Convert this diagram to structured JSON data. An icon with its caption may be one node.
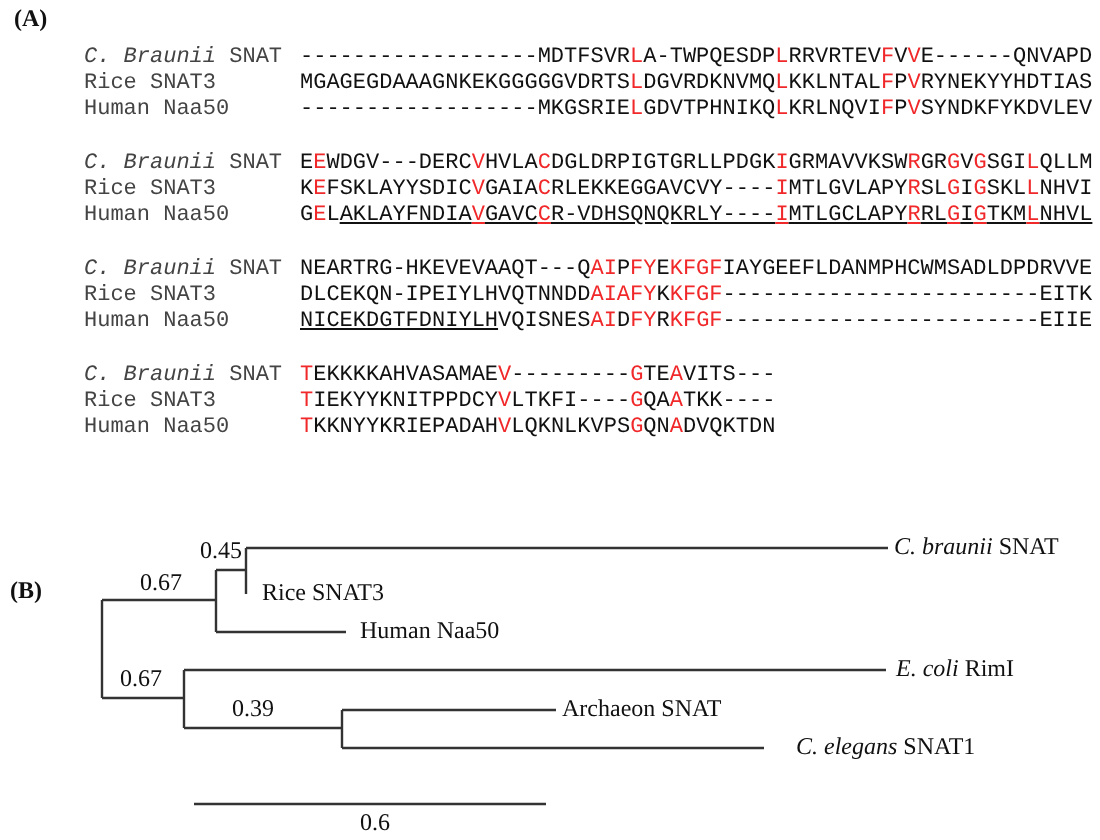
{
  "diagram": {
    "labels": [
      "(A)",
      "*C. Braunii* SNAT",
      "------------------MDTFSVRLA-TWPQESDPLRRVRTEVFVVE------QNVAPD",
      "Rice SNAT3",
      "MGAGEGDAAAGNKEKGGGGGVDRTSLDGVRDKNVMQLKKLNTALFPVRYNEKYYHDTIAS",
      "Human Naa50",
      "------------------MKGSRIELGDVTPHNIKQLKRLNQVIFPVSYNDKFYKDVLEV",
      "*C. Braunii* SNAT",
      "EEWDGV---DERCVHVLACDGLDRPIGTGRLLPDGKIGRMAVVKSWRGRGVGSGILQLLM",
      "Rice SNAT3",
      "KEFSKLAYYSDICVGAIACRLEKKEGGAVCVY----IMTLGVLAPYRSLGIGSKLLNHVI",
      "Human Naa50",
      "GELAKLAYFNDIAVGAVCCR-VDHSQNQKRLY----IMTLGCLAPYRRLGIGTKMLNHVL",
      "*C. Braunii* SNAT",
      "NEARTRG-HKEVEVAAQT---QAIPFYEKFGFIAYGEEFLDANMPHCWMSADLDPDRVVE",
      "Rice SNAT3",
      "DLCEKQN-IPEIYLHVQTNNDDAIAFYKKFGF------------------------EITK",
      "Human Naa50",
      "NICEKDGTFDNIYLHVQISNESAIDFYRKFGF------------------------EIIE",
      "*C. Braunii* SNAT",
      "TEKKKKAHVASAMAEV---------GTEAVITS---",
      "Rice SNAT3",
      "TIEKYYKNITPPDCYVLTKFI----GQAATKK----",
      "Human Naa50",
      "TKKNYYKRIEPADAHVLQKNLKVPSGQNADVQKTDN",
      "(B)",
      "0.45",
      "*C. braunii* SNAT",
      "0.67",
      "Rice SNAT3",
      "Human Naa50",
      "0.67",
      "*E. coli* RimI",
      "0.39",
      "Archaeon SNAT",
      "*C. elegans* SNAT1",
      "0.6"
    ]
  }
}
